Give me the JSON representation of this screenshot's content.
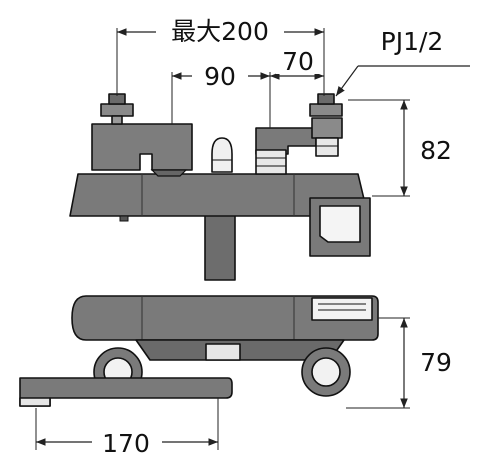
{
  "dimensions": {
    "max_width": "最大200",
    "center_offset": "90",
    "right_offset": "70",
    "pipe_thread": "PJ1/2",
    "height": "82",
    "depth": "79",
    "spout_length": "170"
  },
  "colors": {
    "body_fill": "#7a7a7a",
    "body_dark": "#555555",
    "highlight": "#e8e8e8",
    "line": "#111111"
  }
}
